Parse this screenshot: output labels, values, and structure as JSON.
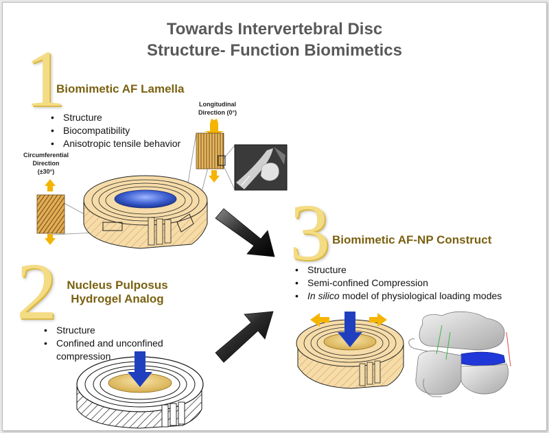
{
  "title": {
    "line1": "Towards Intervertebral Disc",
    "line2": "Structure- Function Biomimetics"
  },
  "section1": {
    "number": "1",
    "heading": "Biomimetic AF Lamella",
    "bullets": [
      "Structure",
      "Biocompatibility",
      "Anisotropic tensile behavior"
    ],
    "longitudinal_label_1": "Longitudinal",
    "longitudinal_label_2": "Direction (0°)",
    "circumferential_label_1": "Circumferential",
    "circumferential_label_2": "Direction",
    "circumferential_label_3": "(±30°)"
  },
  "section2": {
    "number": "2",
    "heading_line1": "Nucleus Pulposus",
    "heading_line2": "Hydrogel Analog",
    "bullets": [
      "Structure",
      "Confined and unconfined compression"
    ]
  },
  "section3": {
    "number": "3",
    "heading": "Biomimetic AF-NP Construct",
    "bullet1": "Structure",
    "bullet2": "Semi-confined Compression",
    "bullet3_italic": "In silico",
    "bullet3_rest": " model of physiological loading modes"
  },
  "colors": {
    "heading_gold": "#7a6111",
    "number_gold": "#f4dc84",
    "arrow_orange": "#f5b400",
    "arrow_blue": "#1f3fbf",
    "nucleus_blue": "#3d5fd0",
    "annulus_tan": "#f6dca9"
  },
  "icons": [
    "disc-3d-illustration",
    "sem-micrograph-image",
    "spine-segment-model"
  ]
}
